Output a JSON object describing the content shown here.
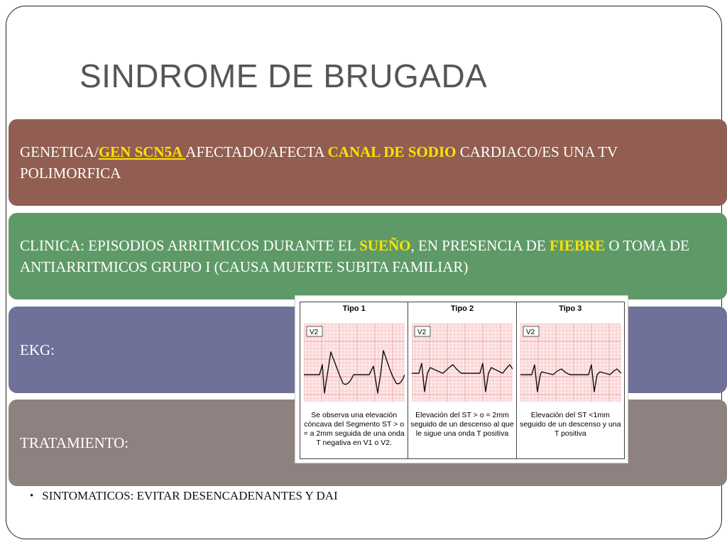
{
  "slide": {
    "title": "SINDROME DE BRUGADA",
    "genetica": {
      "prefix": "GENETICA/",
      "gene": "GEN SCN5A ",
      "mid": "AFECTADO/AFECTA ",
      "canal": "CANAL DE SODIO",
      "suffix": " CARDIACO/ES UNA TV POLIMORFICA"
    },
    "clinica": {
      "prefix": "CLINICA: EPISODIOS ARRITMICOS DURANTE EL ",
      "sueno": "SUEÑO",
      "mid": ", EN PRESENCIA DE ",
      "fiebre": "FIEBRE",
      "suffix": " O TOMA DE ANTIARRITMICOS GRUPO I (CAUSA MUERTE SUBITA FAMILIAR)"
    },
    "ekg_label": "EKG:",
    "tratamiento_label": "TRATAMIENTO:",
    "bullet": "SINTOMATICOS: EVITAR DESENCADENANTES Y DAI"
  },
  "ekg_figure": {
    "lead_label": "V2",
    "columns": [
      {
        "header": "Tipo 1",
        "caption": "Se observa una elevación cóncava del Segmento ST > o = a 2mm  seguida de una onda T negativa en V1 o V2."
      },
      {
        "header": "Tipo 2",
        "caption": "Elevación del ST > o = 2mm seguido de un descenso al que le sigue una onda  T positiva"
      },
      {
        "header": "Tipo 3",
        "caption": "Elevación del ST <1mm seguido de un descenso  y una T positiva"
      }
    ],
    "colors": {
      "grid": "#f0a0a0",
      "grid_bg": "#fde9e9",
      "trace": "#111111"
    }
  }
}
